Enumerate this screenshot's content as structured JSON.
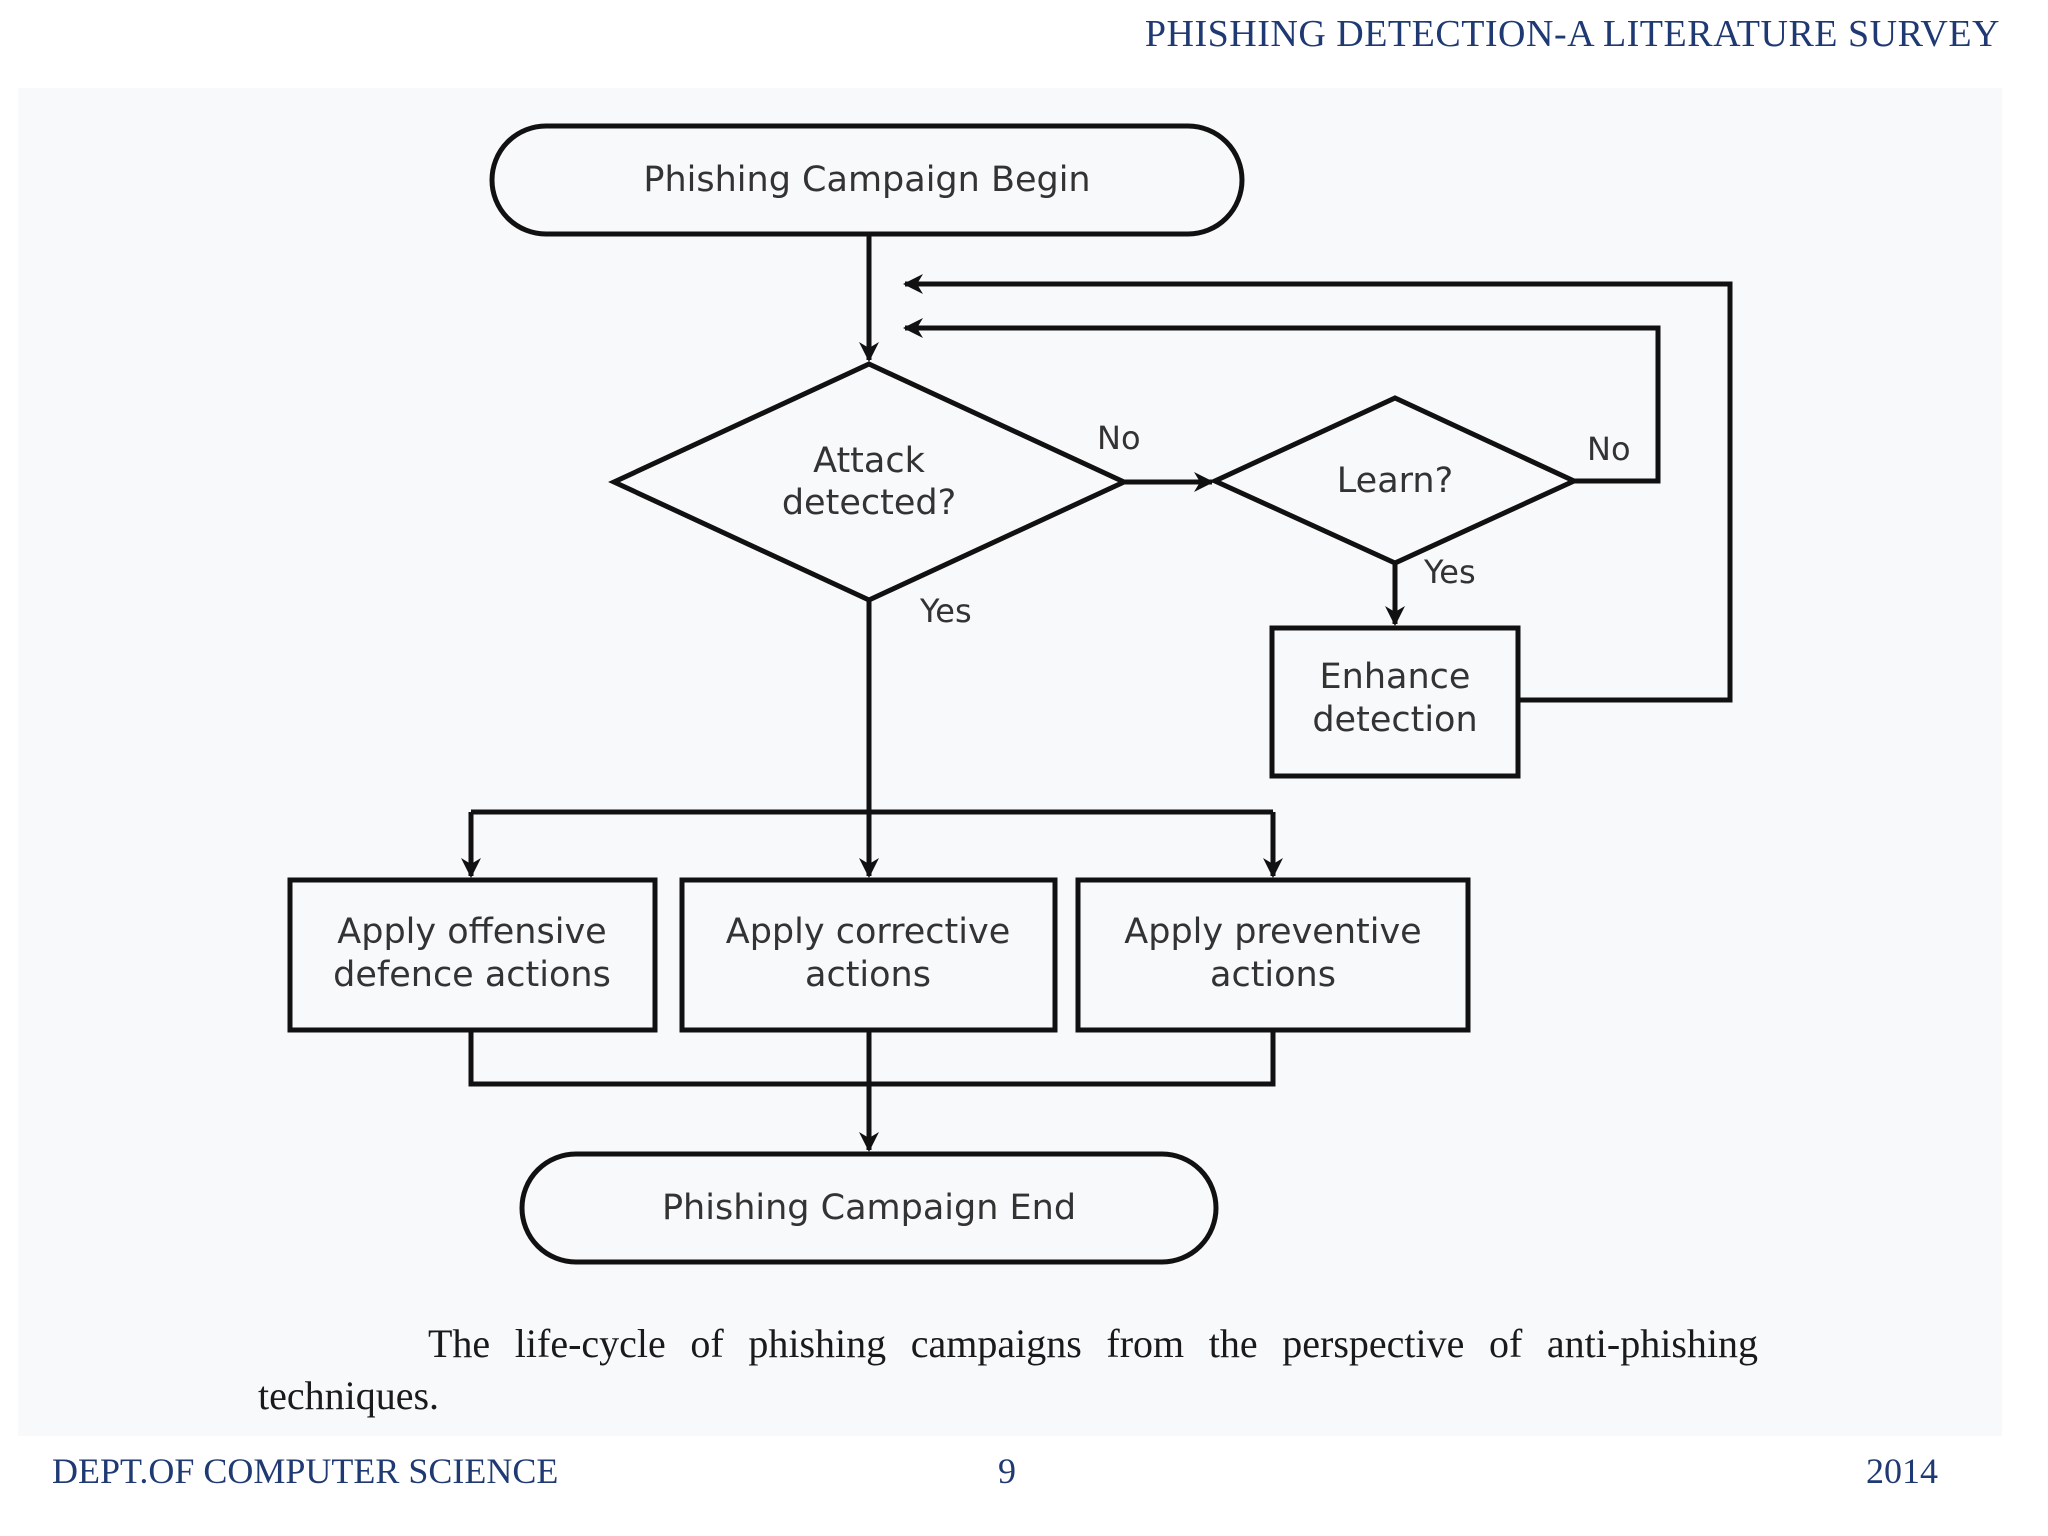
{
  "slide": {
    "title": "PHISHING DETECTION-A LITERATURE SURVEY",
    "footer_left": "DEPT.OF COMPUTER SCIENCE",
    "page_number": "9",
    "year": "2014"
  },
  "diagram": {
    "nodes": {
      "start": "Phishing Campaign Begin",
      "attack_line1": "Attack",
      "attack_line2": "detected?",
      "learn": "Learn?",
      "enhance_line1": "Enhance",
      "enhance_line2": "detection",
      "offensive_line1": "Apply offensive",
      "offensive_line2": "defence actions",
      "corrective_line1": "Apply corrective",
      "corrective_line2": "actions",
      "preventive_line1": "Apply preventive",
      "preventive_line2": "actions",
      "end": "Phishing Campaign End"
    },
    "edge_labels": {
      "attack_no": "No",
      "attack_yes": "Yes",
      "learn_no": "No",
      "learn_yes": "Yes"
    }
  },
  "caption": "The life-cycle of phishing campaigns from the perspective of anti-phishing techniques."
}
